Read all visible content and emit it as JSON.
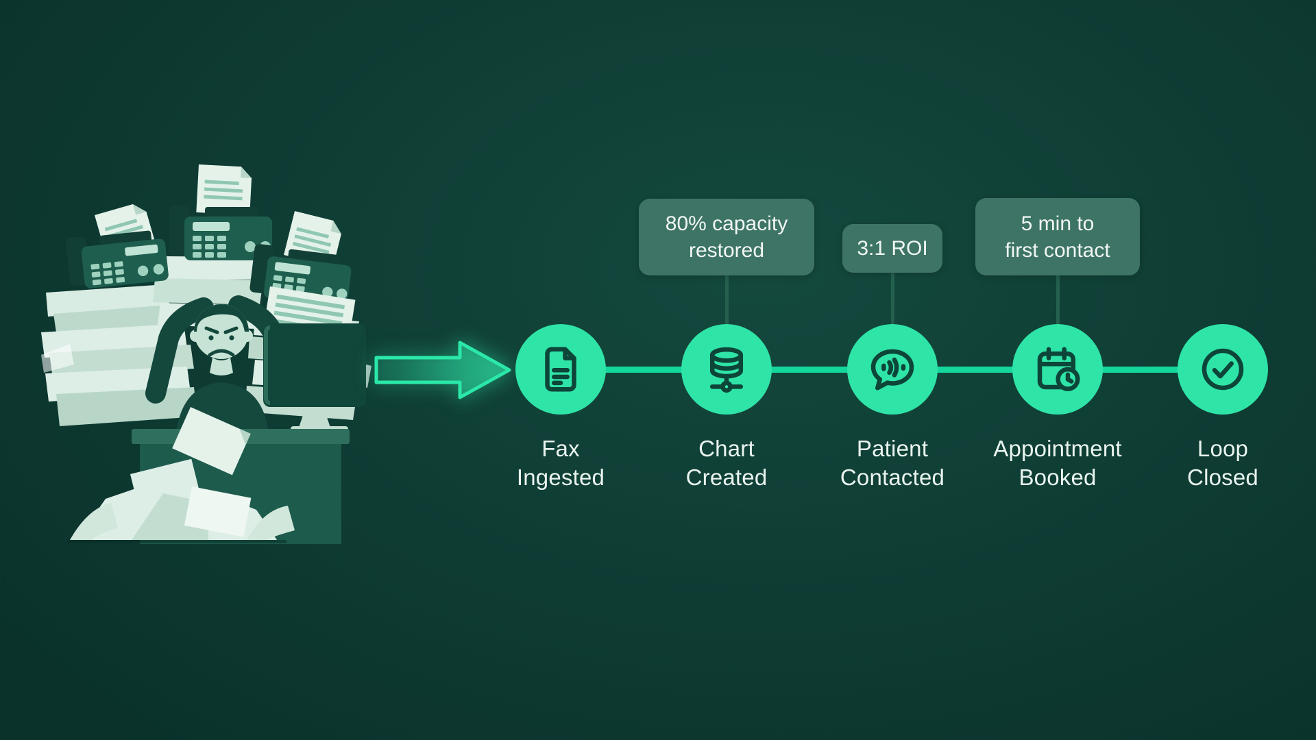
{
  "colors": {
    "background": "#0d3a32",
    "accent_green": "#2fe4a7",
    "icon_stroke": "#0d4539",
    "connector": "#14d79e",
    "callout_bg": "#3e7466",
    "callout_text": "#f1f7f4",
    "label_text": "#eaf4ef",
    "stem": "#25604f"
  },
  "illustration": {
    "name": "overwhelmed-staff-buried-in-faxes-illustration"
  },
  "flow_arrow": {
    "name": "flow-arrow-icon"
  },
  "timeline": {
    "steps": [
      {
        "icon": "fax-document-icon",
        "label_line1": "Fax",
        "label_line2": "Ingested"
      },
      {
        "icon": "database-icon",
        "label_line1": "Chart",
        "label_line2": "Created",
        "callout": {
          "lines": [
            "80% capacity",
            "restored"
          ]
        }
      },
      {
        "icon": "voice-chat-icon",
        "label_line1": "Patient",
        "label_line2": "Contacted",
        "callout": {
          "lines": [
            "3:1 ROI"
          ]
        }
      },
      {
        "icon": "calendar-clock-icon",
        "label_line1": "Appointment",
        "label_line2": "Booked",
        "callout": {
          "lines": [
            "5 min to",
            "first contact"
          ]
        }
      },
      {
        "icon": "check-circle-icon",
        "label_line1": "Loop",
        "label_line2": "Closed"
      }
    ]
  }
}
